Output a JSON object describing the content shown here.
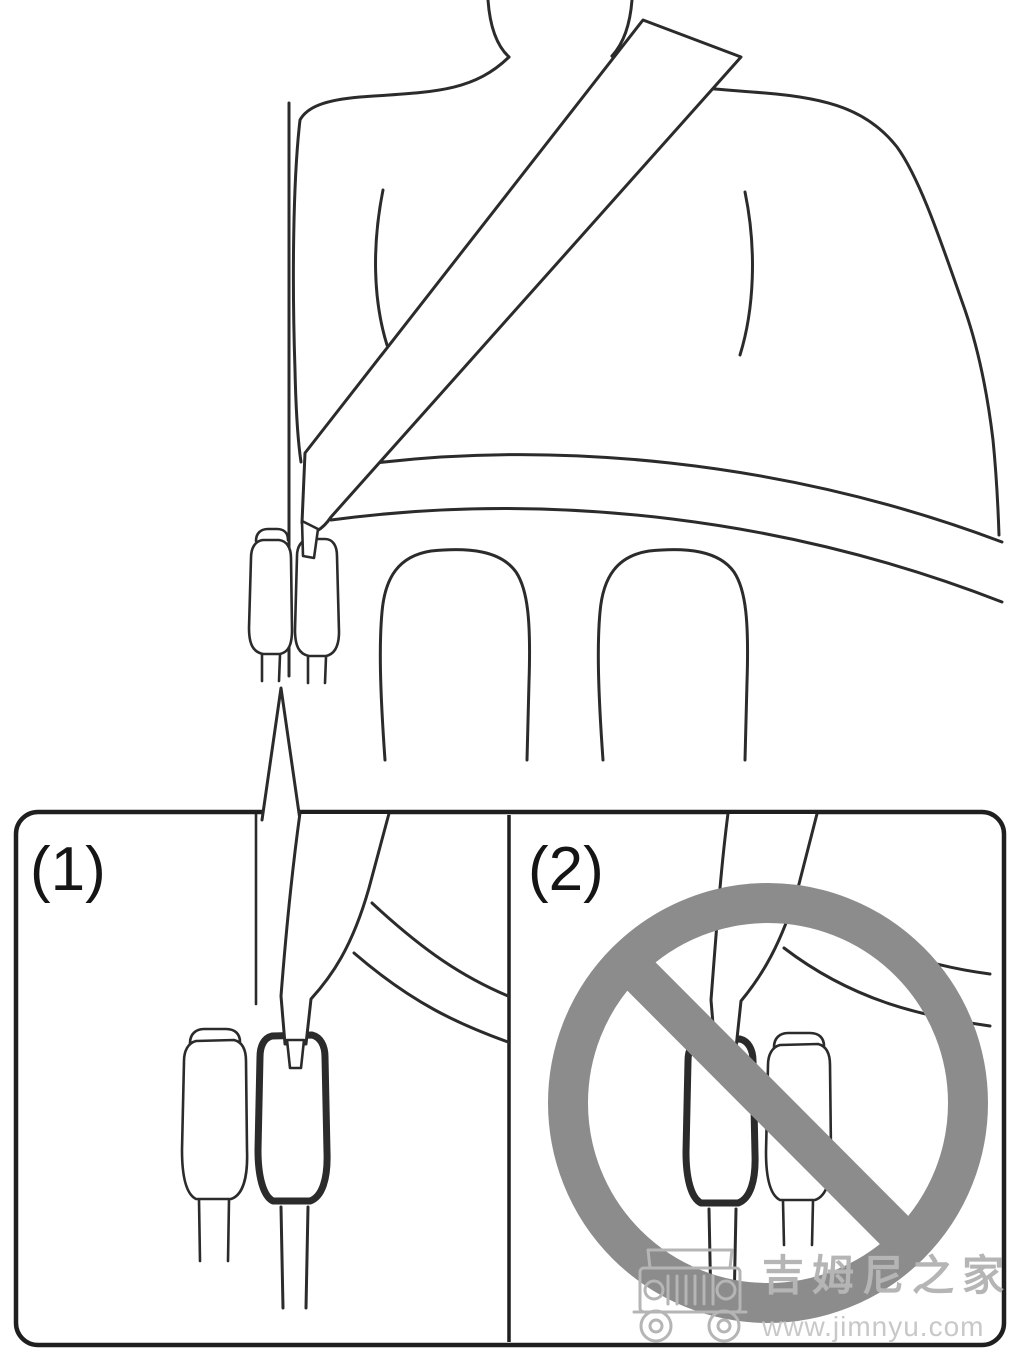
{
  "panel": {
    "step1_label": "(1)",
    "step2_label": "(2)"
  },
  "watermark": {
    "brand_text": "吉姆尼之家",
    "site_url": "www.jimnyu.com"
  },
  "icons": {
    "prohibition": "prohibition-circle-slash-icon",
    "jeep": "jeep-front-icon"
  },
  "colors": {
    "background": "#ffffff",
    "line": "#2b2b2b",
    "panel_border": "#1f1f1f",
    "prohibition": "#8c8c8c",
    "watermark_text": "#b5b5b5",
    "watermark_url": "#c8c8c8"
  }
}
